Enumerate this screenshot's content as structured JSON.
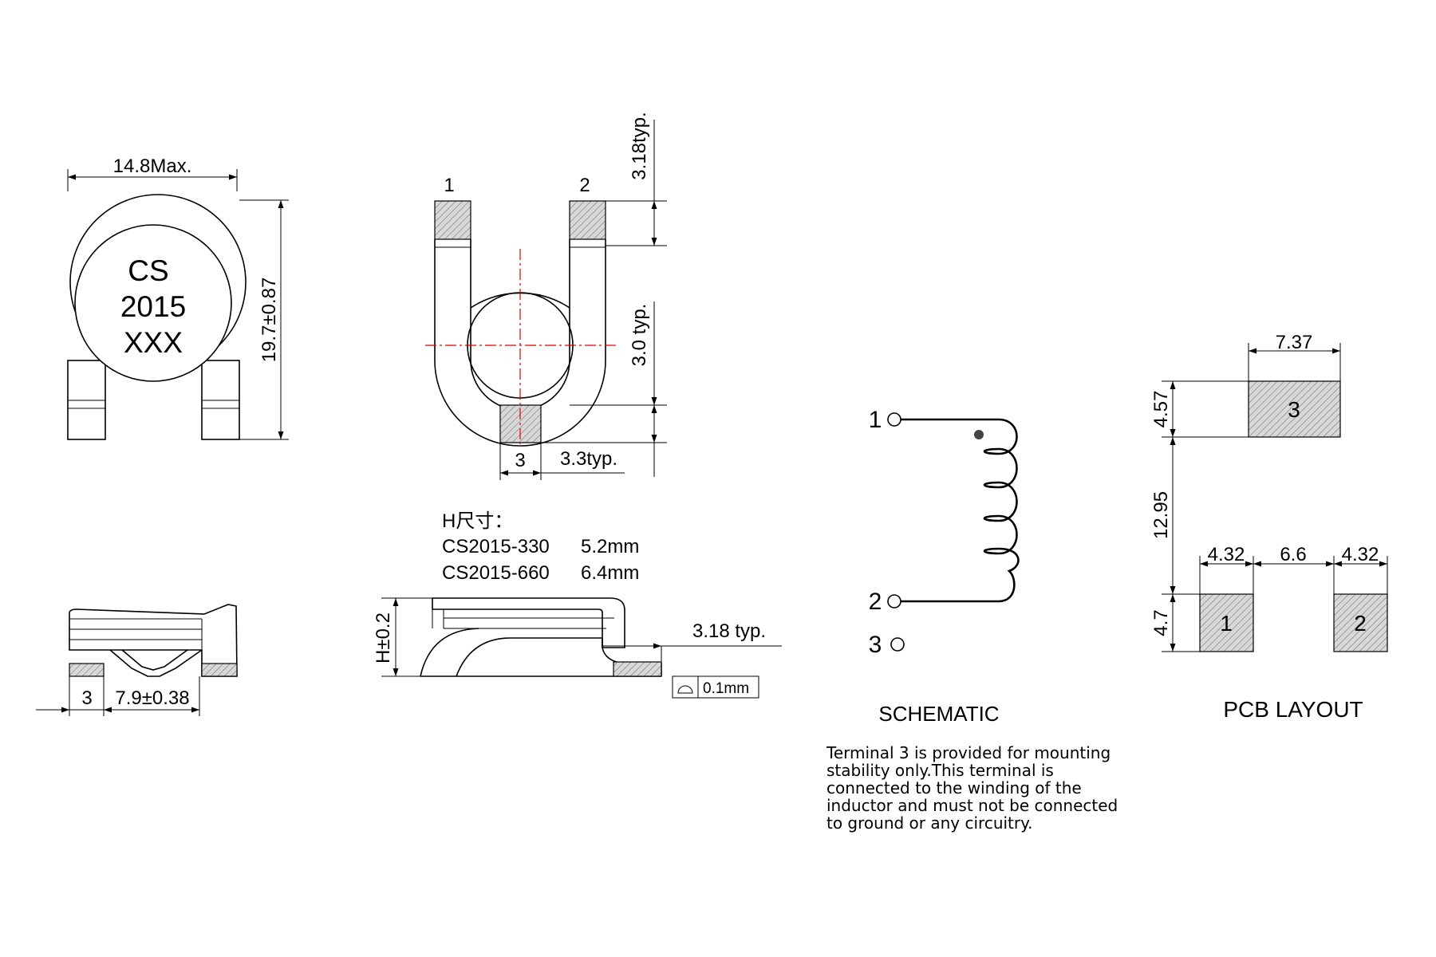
{
  "top_view": {
    "width_dim": "14.8Max.",
    "height_dim": "19.7±0.87",
    "marking": [
      "CS",
      "2015",
      "XXX"
    ]
  },
  "terminal_view": {
    "pin1": "1",
    "pin2": "2",
    "pin3": "3",
    "top_dim": "3.18typ.",
    "mid_dim": "3.0 typ.",
    "bottom_dim": "3.3typ."
  },
  "h_table": {
    "heading": "H尺寸：",
    "rows": [
      {
        "part": "CS2015-330",
        "h": "5.2mm"
      },
      {
        "part": "CS2015-660",
        "h": "6.4mm"
      }
    ]
  },
  "front_view": {
    "pad_dim": "3",
    "span_dim": "7.9±0.38"
  },
  "side_view": {
    "h_dim": "H±0.2",
    "lead_dim": "3.18 typ.",
    "flatness": "0.1mm"
  },
  "schematic": {
    "title": "SCHEMATIC",
    "pin1": "1",
    "pin2": "2",
    "pin3": "3",
    "note": [
      "Terminal 3 is provided for mounting",
      "stability only.This terminal is",
      "connected to the winding of the",
      "inductor and must not be connected",
      "to ground or any circuitry."
    ]
  },
  "pcb_layout": {
    "title": "PCB LAYOUT",
    "pad3_label": "3",
    "pad1_label": "1",
    "pad2_label": "2",
    "width_top": "7.37",
    "height_top": "4.57",
    "gap_vertical": "12.95",
    "pad_width_left": "4.32",
    "pad_gap": "6.6",
    "pad_width_right": "4.32",
    "height_bottom": "4.7"
  }
}
